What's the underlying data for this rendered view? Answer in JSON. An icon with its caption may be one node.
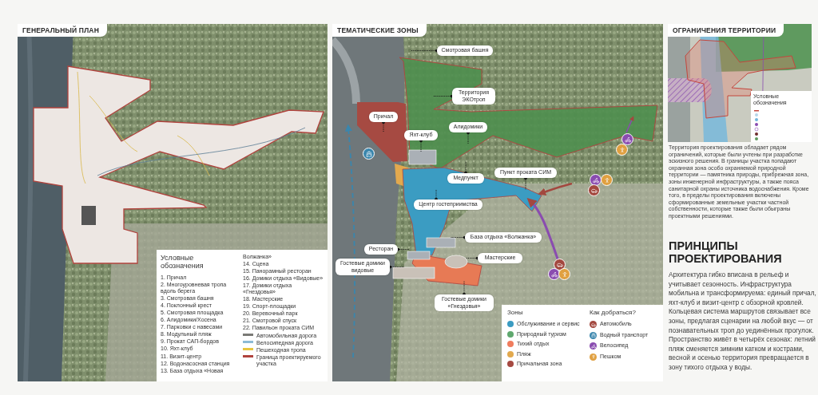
{
  "diagram": {
    "nodes": [
      {
        "text": [
          "Смотровая башня"
        ]
      },
      {
        "text": [
          "Территория ЭКОтроп"
        ]
      },
      {
        "text": [
          "Причал"
        ]
      },
      {
        "text": [
          "Яхт-клуб"
        ]
      },
      {
        "text": [
          "Алидомики"
        ]
      },
      {
        "text": [
          "Медпункт"
        ]
      },
      {
        "text": [
          "Пункт проката СИМ"
        ]
      },
      {
        "text": [
          "Центр гостеприимства"
        ]
      },
      {
        "text": [
          "База отдыха «Волжанка»"
        ]
      },
      {
        "text": [
          "Ресторан"
        ]
      },
      {
        "text": [
          "Мастерские"
        ]
      },
      {
        "text": [
          "Гостевые домики видовые"
        ]
      },
      {
        "text": [
          "Гостевые домики «Гнездовья»"
        ]
      }
    ],
    "edges": [
      {
        "from": 0,
        "to": null,
        "arrow": "other"
      },
      {
        "from": 1,
        "to": null,
        "arrow": "other"
      },
      {
        "from": 2,
        "to": null,
        "arrow": "other"
      },
      {
        "from": 3,
        "to": null,
        "arrow": "other"
      },
      {
        "from": 4,
        "to": null,
        "arrow": "other"
      },
      {
        "from": 5,
        "to": null,
        "arrow": "other"
      },
      {
        "from": 6,
        "to": null,
        "arrow": "other"
      },
      {
        "from": 7,
        "to": null,
        "arrow": "other"
      },
      {
        "from": 8,
        "to": null,
        "arrow": "other"
      },
      {
        "from": 9,
        "to": null,
        "arrow": "other"
      },
      {
        "from": 10,
        "to": null,
        "arrow": "other"
      },
      {
        "from": 11,
        "to": null,
        "arrow": "other"
      },
      {
        "from": 12,
        "to": null,
        "arrow": "other"
      }
    ],
    "labels": [
      "ГЕНЕРАЛЬНЫЙ ПЛАН",
      "Условные обозначения",
      "1. Причал",
      "2. Многоуровневая тропа вдоль берега",
      "3. Смотровая башня",
      "4. Поклонный крест",
      "5. Смотровая площадка",
      "6. Алидомики/Хосена",
      "7. Парковки с навесами",
      "8. Модульный пляж",
      "9. Прокат САП-бордов",
      "10. Яхт-клуб",
      "11. Визит-центр",
      "12. Водонасосная станция",
      "13. База отдыха «Новая",
      "Волжанка»",
      "14. Сцена",
      "15. Панорамный ресторан",
      "16. Домики отдыха «Видовые»",
      "17. Домики отдыха «Гнездовья»",
      "18. Мастерские",
      "19. Спорт-площадки",
      "20. Веревочный парк",
      "21. Смотровой спуск",
      "22. Павильон проката СИМ",
      "ТЕМАТИЧЕСКИЕ ЗОНЫ",
      "Зоны",
      "Как добраться?",
      "ОГРАНИЧЕНИЯ ТЕРРИТОРИИ",
      "Условные обозначения",
      "Территория проектирования обладает рядом ограничений, которые были учтены при разработке эскизного решения. В границы участка попадают охранная зона особо охраняемой природной территории — памятника природы, прибрежная зона, зоны инженерной инфраструктуры, а также пояса санитарной охраны источника водоснабжения. Кроме того, в пределы проектирования включены сформированные земельные участки частной собственности, которые также были обыграны проектными решениями.",
      "ПРИНЦИПЫ ПРОЕКТИРОВАНИЯ",
      "Архитектура гибко вписана в рельеф и учитывает сезонность. Инфраструктура мобильна и трансформируема: единый причал, яхт-клуб и визит-центр с обзорной кровлей. Кольцевая система маршрутов связывает все зоны, предлагая сценарии на любой вкус — от познавательных троп до уединённых прогулок. Пространство живёт в четырёх сезонах: летний пляж сменяется зимним катком и кострами, весной и осенью территория превращается в зону тихого отдыха у воды."
    ],
    "legend": [
      {
        "text": "Автомобильная дорога"
      },
      {
        "text": "Велосипедная дорога"
      },
      {
        "text": "Пешеходная тропа"
      },
      {
        "text": "Граница проектируемого участка"
      },
      {
        "text": "Обслуживание и сервис",
        "color": "#3b9cc2"
      },
      {
        "text": "Природный туризм",
        "color": "#5fa86e"
      },
      {
        "text": "Тихий отдых",
        "color": "#f07d5e"
      },
      {
        "text": "Пляж",
        "color": "#e2a94e"
      },
      {
        "text": "Причальная зона",
        "color": "#a64a42"
      },
      {
        "text": "Автомобиль"
      },
      {
        "text": "Водный транспорт"
      },
      {
        "text": "Велосипед"
      },
      {
        "text": "Пешком"
      }
    ]
  }
}
